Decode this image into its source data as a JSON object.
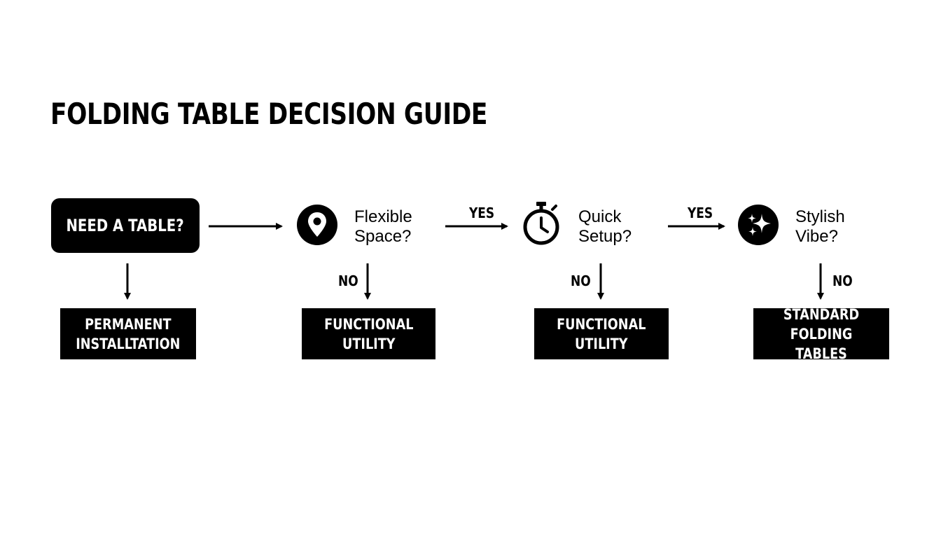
{
  "title": "FOLDING TABLE DECISION GUIDE",
  "start": {
    "label": "NEED A TABLE?"
  },
  "questions": [
    {
      "text": "Flexible\nSpace?",
      "icon": "location-pin-icon"
    },
    {
      "text": "Quick\nSetup?",
      "icon": "stopwatch-icon"
    },
    {
      "text": "Stylish\nVibe?",
      "icon": "sparkles-icon"
    }
  ],
  "outcomes": [
    {
      "text": "PERMANENT\nINSTALLTATION"
    },
    {
      "text": "FUNCTIONAL\nUTILITY"
    },
    {
      "text": "FUNCTIONAL\nUTILITY"
    },
    {
      "text": "STANDARD\nFOLDING TABLES"
    }
  ],
  "edge_labels": {
    "yes_1": "YES",
    "yes_2": "YES",
    "no_1": "NO",
    "no_2": "NO",
    "no_3": "NO"
  },
  "colors": {
    "ink": "#000000",
    "background": "#ffffff",
    "box_text": "#ffffff"
  }
}
